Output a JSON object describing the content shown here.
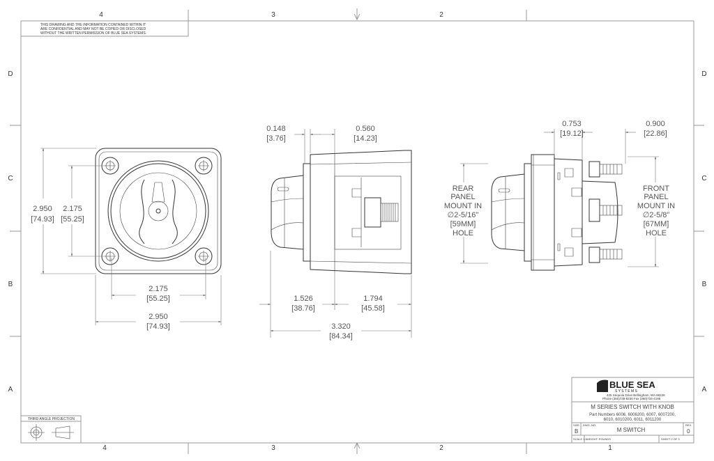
{
  "notice": [
    "THIS DRAWING AND THE INFORMATION CONTAINED WITHIN IT",
    "ARE CONFIDENTIAL AND MAY NOT BE COPIED OR DISCLOSED",
    "WITHOUT THE WRITTEN PERMISSION OF BLUE SEA SYSTEMS."
  ],
  "zones": {
    "columns_top": [
      "4",
      "3",
      "2"
    ],
    "columns_bottom": [
      "4",
      "3",
      "2",
      "1"
    ],
    "rows": [
      "D",
      "C",
      "B",
      "A"
    ]
  },
  "front_view": {
    "height_outer": [
      "2.950",
      "[74.93]"
    ],
    "height_inner": [
      "2.175",
      "[55.25]"
    ],
    "width_inner": [
      "2.175",
      "[55.25]"
    ],
    "width_outer": [
      "2.950",
      "[74.93]"
    ]
  },
  "side_view": {
    "flange": [
      "0.148",
      "[3.76]"
    ],
    "front_depth": [
      "0.560",
      "[14.23]"
    ],
    "knob_depth": [
      "1.526",
      "[38.76]"
    ],
    "rear_depth": [
      "1.794",
      "[45.58]"
    ],
    "total": [
      "3.320",
      "[84.34]"
    ]
  },
  "rear_view": {
    "d1": [
      "0.753",
      "[19.12]"
    ],
    "d2": [
      "0.900",
      "[22.86]"
    ],
    "rear_mount": [
      "REAR",
      "PANEL",
      "MOUNT IN",
      "∅2-5/16\"",
      "[59MM]",
      "HOLE"
    ],
    "front_mount": [
      "FRONT",
      "PANEL",
      "MOUNT IN",
      "∅2-5/8\"",
      "[67MM]",
      "HOLE"
    ]
  },
  "projection": {
    "label": "THIRD ANGLE PROJECTION"
  },
  "title_block": {
    "company": "BLUE SEA",
    "company_sub": "S Y S T E M S",
    "address": "425 Sequoia Drive   Bellingham, WA 98226",
    "phone": "Phone (360)738-8230   Fax (360)734-4195",
    "title": "M SERIES SWITCH WITH KNOB",
    "part_numbers_1": "Part Numbers 6006, 6006200, 6007, 6007200,",
    "part_numbers_2": "6010, 6010200, 6011, 6011200",
    "size_label": "SIZE",
    "size": "B",
    "dwg_label": "DWG. NO.",
    "dwg_no": "M SWITCH",
    "rev_label": "REV.",
    "rev": "0",
    "scale": "SCALE 1:1",
    "weight": "WEIGHT: POUNDS",
    "sheet": "SHEET 2 OF 3"
  }
}
